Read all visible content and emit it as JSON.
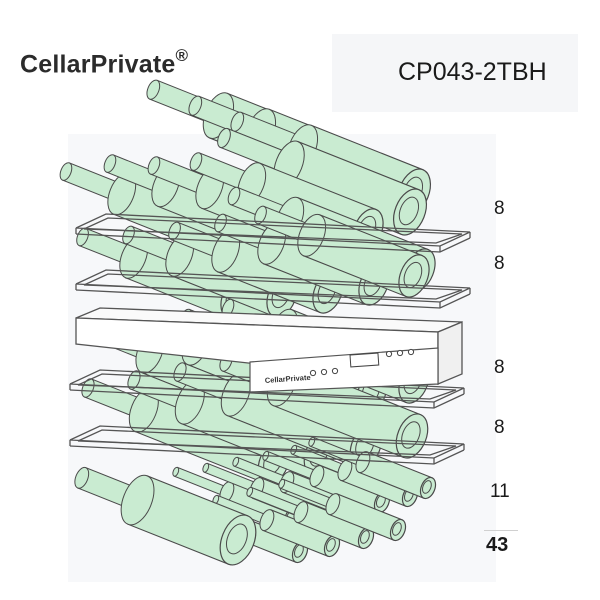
{
  "header": {
    "brand": "CellarPrivate",
    "brand_mark": "®",
    "model": "CP043-2TBH"
  },
  "diagram": {
    "panel_brand": "CellarPrivate",
    "colors": {
      "bottle_fill": "#c9ebd1",
      "bottle_stroke": "#4a4a4a",
      "rack": "#555555"
    }
  },
  "shelf_counts": [
    "8",
    "8",
    "8",
    "8",
    "11"
  ],
  "total": "43"
}
